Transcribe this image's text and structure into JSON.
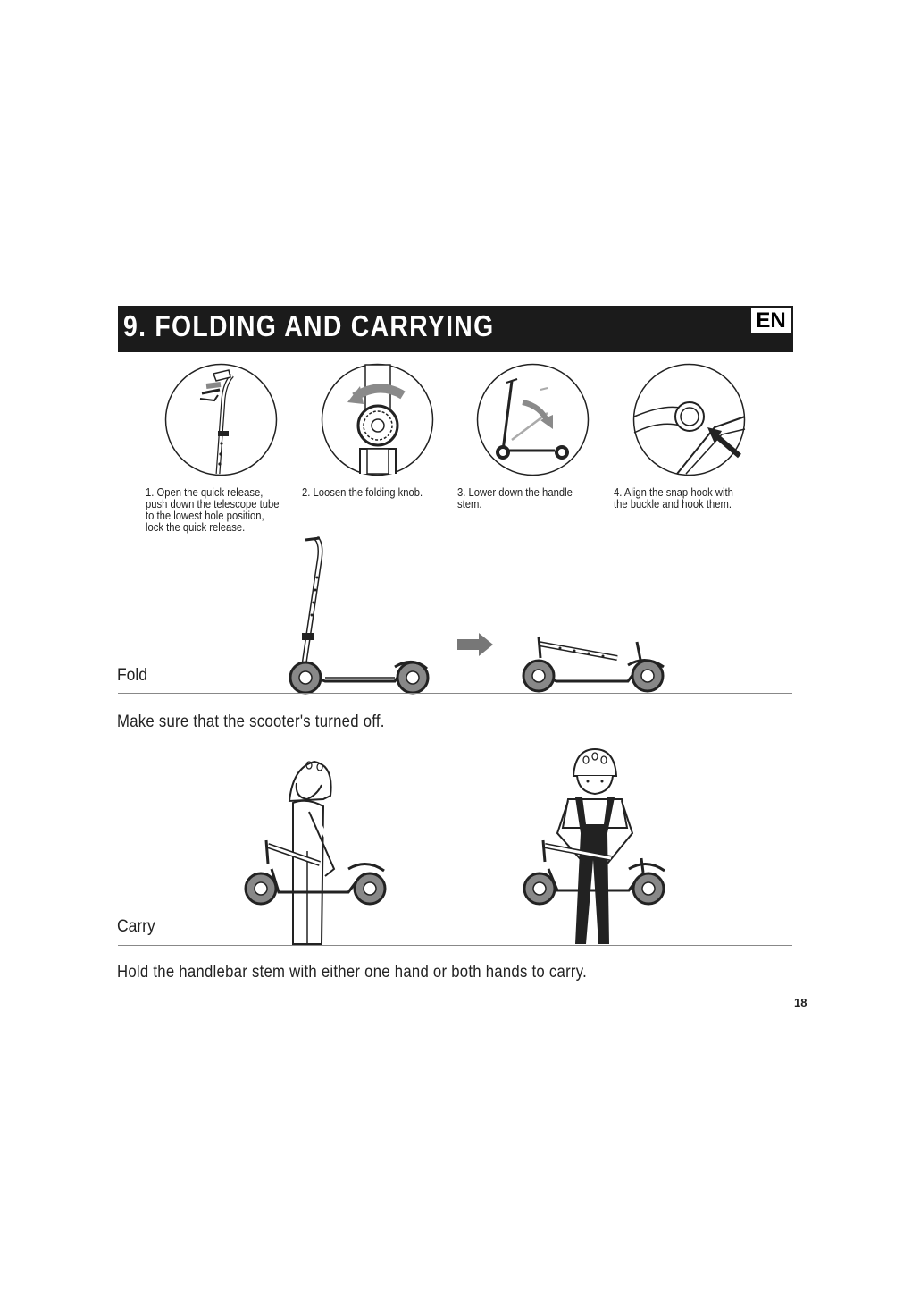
{
  "header": {
    "title": "9. FOLDING AND CARRYING",
    "lang": "EN"
  },
  "steps": [
    {
      "text": "1. Open the quick release,\npush down the telescope tube\nto the lowest hole position,\nlock the quick release."
    },
    {
      "text": "2. Loosen the folding knob."
    },
    {
      "text": "3. Lower down the handle\nstem."
    },
    {
      "text": "4. Align the snap hook with\nthe buckle and hook them."
    }
  ],
  "fold": {
    "label": "Fold",
    "note": "Make sure that the scooter's turned off."
  },
  "carry": {
    "label": "Carry",
    "note": "Hold the handlebar stem with either one hand or both hands to carry."
  },
  "page_number": "18"
}
